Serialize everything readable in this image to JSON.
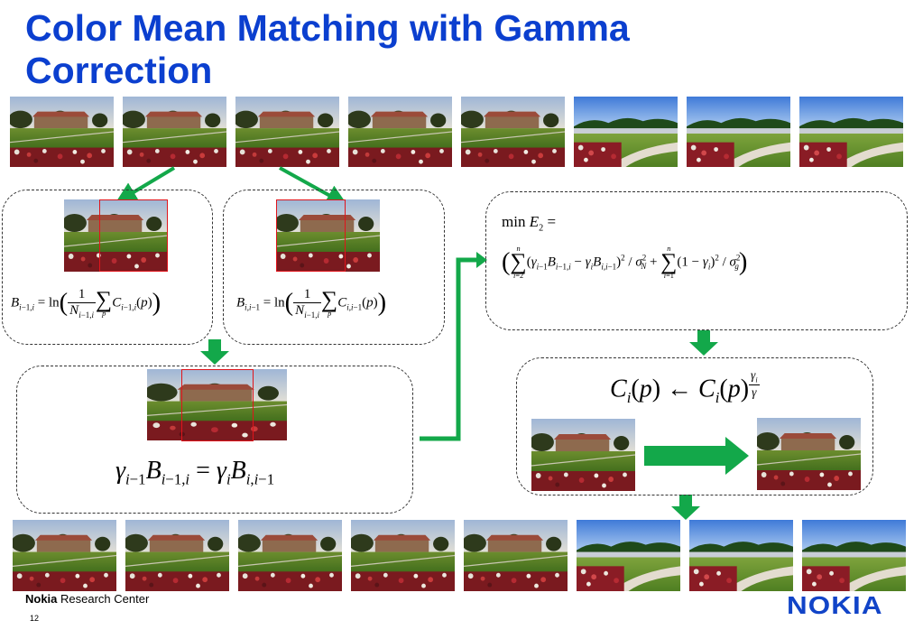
{
  "slide": {
    "title_line1": "Color Mean Matching with Gamma",
    "title_line2": "Correction",
    "footer_brand_bold": "Nokia",
    "footer_brand_rest": " Research Center",
    "page_number": "12",
    "logo_text": "NOKIA"
  },
  "colors": {
    "title": "#0b3fcf",
    "arrow": "#13a84a",
    "highlight_box": "#e0141b",
    "logo": "#1144c8"
  },
  "images": {
    "top_row_count": 8,
    "bottom_row_count": 8
  }
}
